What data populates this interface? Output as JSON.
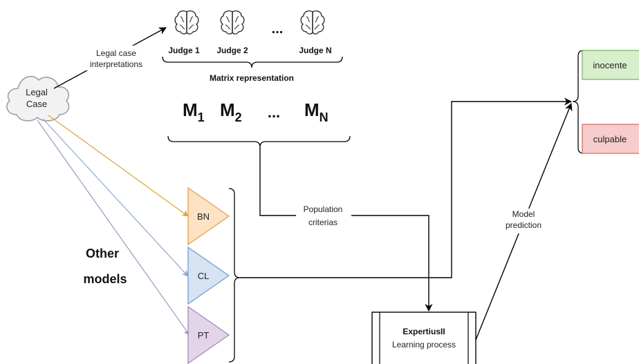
{
  "legal_case": {
    "line1": "Legal",
    "line2": "Case"
  },
  "interpretations_label": {
    "line1": "Legal case",
    "line2": "interpretations"
  },
  "judges": [
    "Judge 1",
    "Judge 2",
    "Judge N"
  ],
  "ellipsis": "...",
  "matrix_title": "Matrix representation",
  "matrices": [
    {
      "base": "M",
      "sub": "1"
    },
    {
      "base": "M",
      "sub": "2"
    },
    {
      "base": "M",
      "sub": "N"
    }
  ],
  "population_label": {
    "line1": "Population",
    "line2": "criterias"
  },
  "other_models": {
    "line1": "Other",
    "line2": "models"
  },
  "models": [
    {
      "label": "BN",
      "fill": "#fde3c4",
      "stroke": "#e0a054",
      "arrow": "#d9a531"
    },
    {
      "label": "CL",
      "fill": "#d5e3f3",
      "stroke": "#7a9fc9",
      "arrow": "#8ea9cf"
    },
    {
      "label": "PT",
      "fill": "#e2d5ea",
      "stroke": "#a38bb8",
      "arrow": "#a88fc0"
    }
  ],
  "expertius": {
    "name": "ExpertiusII",
    "subtitle": "Learning process"
  },
  "prediction_label": {
    "line1": "Model",
    "line2": "prediction"
  },
  "outcomes": [
    {
      "label": "inocente",
      "fill": "#d7efcc",
      "stroke": "#82b366"
    },
    {
      "label": "culpable",
      "fill": "#f6cccc",
      "stroke": "#d67070"
    }
  ]
}
